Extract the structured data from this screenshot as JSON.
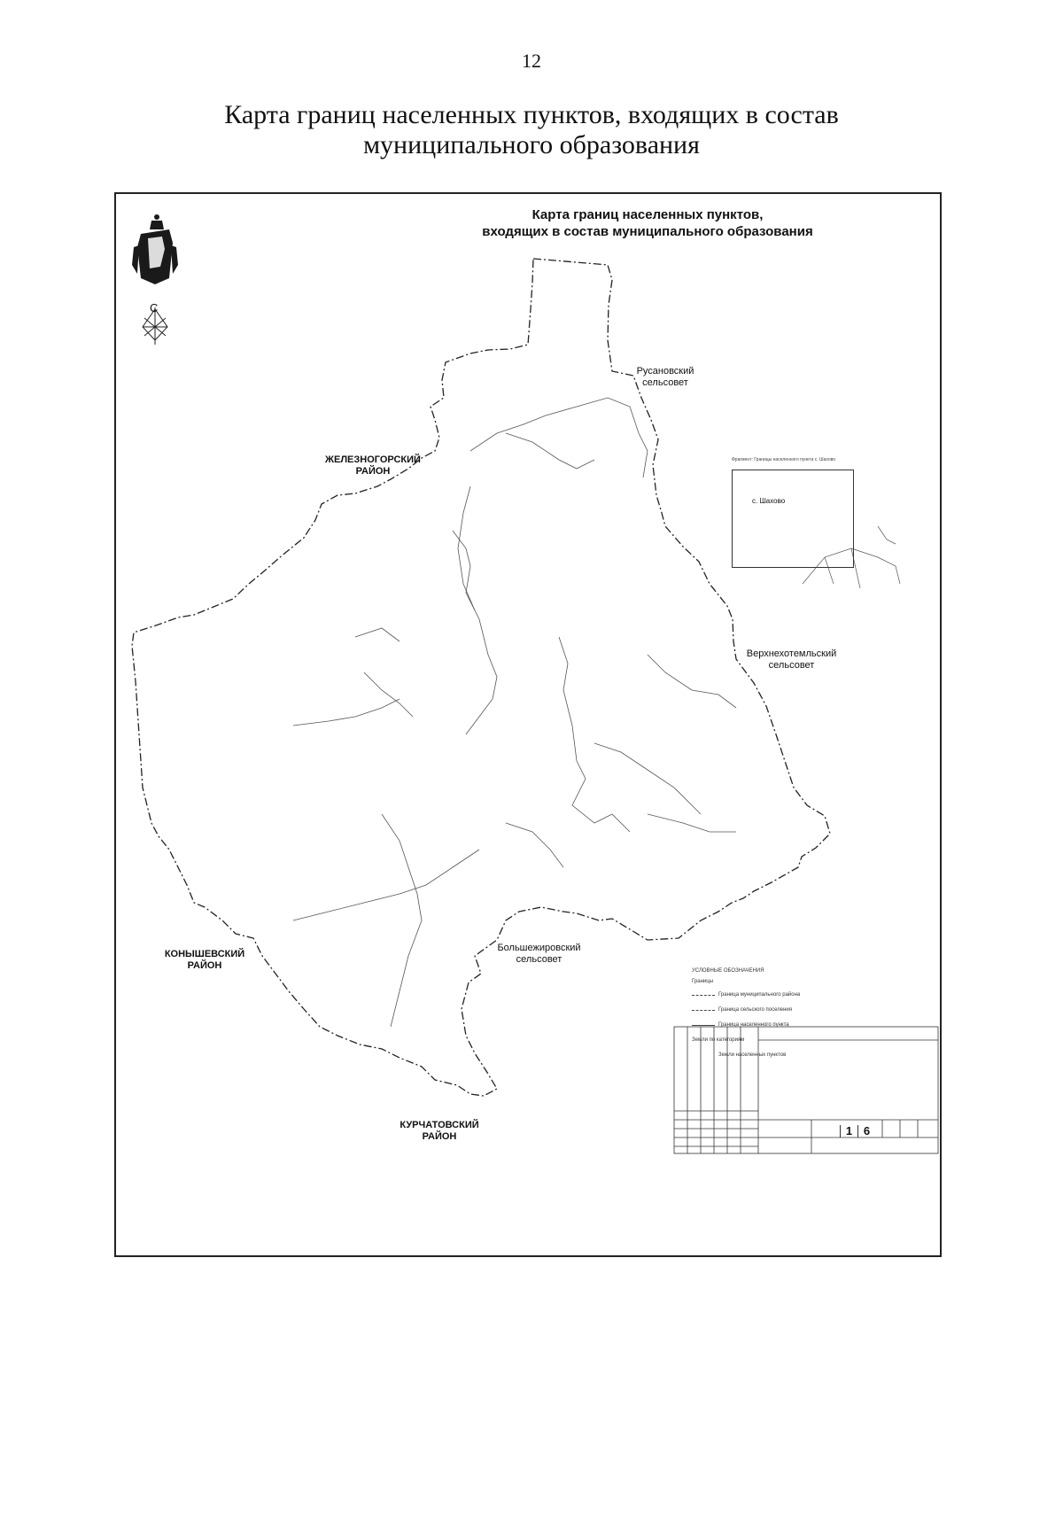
{
  "page_number": "12",
  "title_line1": "Карта границ населенных пунктов, входящих в состав",
  "title_line2": "муниципального образования",
  "map": {
    "title_line1": "Карта границ населенных пунктов,",
    "title_line2": "входящих в состав муниципального образования",
    "north_letter": "С",
    "regions": {
      "rusanovsky_1": "Русановский",
      "rusanovsky_2": "сельсовет",
      "zheleznogorsky_1": "ЖЕЛЕЗНОГОРСКИЙ",
      "zheleznogorsky_2": "РАЙОН",
      "verkhnekhotemlsky_1": "Верхнехотемльский",
      "verkhnekhotemlsky_2": "сельсовет",
      "konyshevsky_1": "КОНЫШЕВСКИЙ",
      "konyshevsky_2": "РАЙОН",
      "bolshezhirovsky_1": "Большежировский",
      "bolshezhirovsky_2": "сельсовет",
      "kurchatovsky_1": "КУРЧАТОВСКИЙ",
      "kurchatovsky_2": "РАЙОН"
    },
    "inset": {
      "caption": "Фрагмент: Границы населенного пункта с. Шахово",
      "label": "с. Шахово"
    },
    "legend": {
      "title": "УСЛОВНЫЕ ОБОЗНАЧЕНИЯ",
      "subtitle": "Границы",
      "item1": "Граница муниципального района",
      "item2": "Граница сельского поселения",
      "item3": "Граница населенного пункта",
      "item4": "Земли по категориям",
      "item5": "Земли населенных пунктов"
    },
    "stamp": {
      "sheet": "1",
      "sheets": "6"
    }
  }
}
